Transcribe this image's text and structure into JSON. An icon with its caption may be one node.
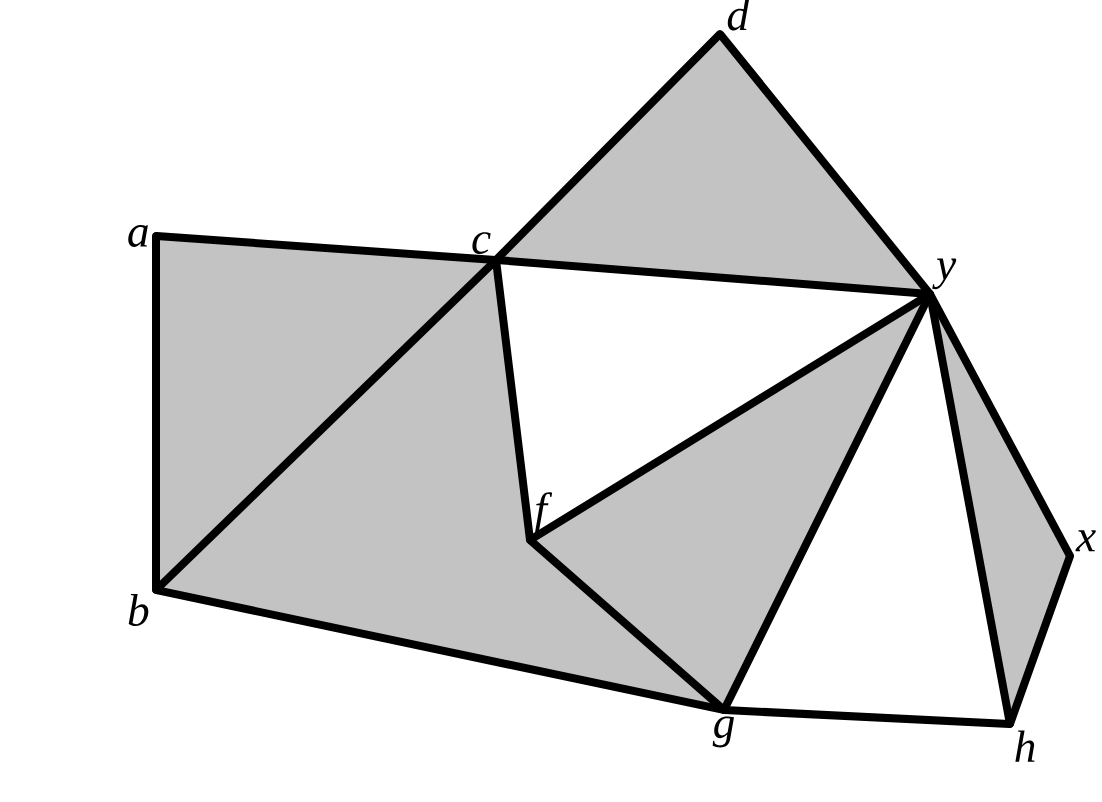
{
  "diagram": {
    "nodes": [
      {
        "text": [
          "d"
        ]
      },
      {
        "text": [
          "a"
        ]
      },
      {
        "text": [
          "c"
        ]
      },
      {
        "text": [
          "y"
        ]
      },
      {
        "text": [
          "f"
        ]
      },
      {
        "text": [
          "x"
        ]
      },
      {
        "text": [
          "b"
        ]
      },
      {
        "text": [
          "g"
        ]
      },
      {
        "text": [
          "h"
        ]
      }
    ],
    "edges": [
      {
        "from": 1,
        "to": 2,
        "arrow": "none"
      },
      {
        "from": 2,
        "to": 3,
        "arrow": "none"
      },
      {
        "from": 2,
        "to": 0,
        "arrow": "none"
      },
      {
        "from": 0,
        "to": 3,
        "arrow": "none"
      },
      {
        "from": 1,
        "to": 6,
        "arrow": "none"
      },
      {
        "from": 6,
        "to": 2,
        "arrow": "none"
      },
      {
        "from": 2,
        "to": 4,
        "arrow": "none"
      },
      {
        "from": 4,
        "to": 3,
        "arrow": "none"
      },
      {
        "from": 4,
        "to": 7,
        "arrow": "none"
      },
      {
        "from": 7,
        "to": 3,
        "arrow": "none"
      },
      {
        "from": 6,
        "to": 7,
        "arrow": "none"
      },
      {
        "from": 7,
        "to": 8,
        "arrow": "none"
      },
      {
        "from": 8,
        "to": 3,
        "arrow": "none"
      },
      {
        "from": 3,
        "to": 5,
        "arrow": "none"
      },
      {
        "from": 5,
        "to": 8,
        "arrow": "none"
      }
    ]
  }
}
